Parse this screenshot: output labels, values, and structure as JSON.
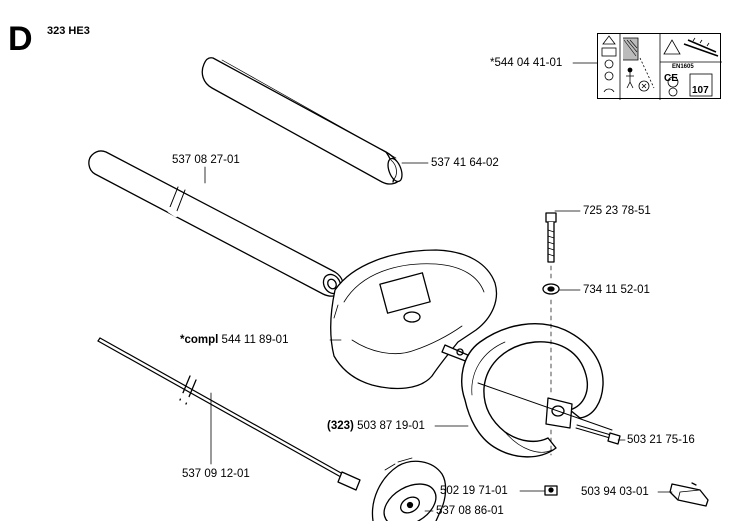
{
  "header": {
    "section_letter": "D",
    "model": "323 HE3"
  },
  "parts": [
    {
      "id": "safety-decal",
      "number": "*544 04 41-01"
    },
    {
      "id": "shaft-cover",
      "number": "537 41 64-02"
    },
    {
      "id": "shaft-tube",
      "number": "537 08 27-01"
    },
    {
      "id": "bolt",
      "number": "725 23 78-51"
    },
    {
      "id": "washer",
      "number": "734 11 52-01"
    },
    {
      "id": "guard",
      "prefix": "*compl",
      "number": "544 11 89-01"
    },
    {
      "id": "drive-shaft",
      "number": "537 09 12-01"
    },
    {
      "id": "handle",
      "prefix": "(323)",
      "number": "503 87 19-01"
    },
    {
      "id": "screw",
      "number": "503 21 75-16"
    },
    {
      "id": "nut",
      "number": "502 19 71-01"
    },
    {
      "id": "clamp",
      "number": "503 94 03-01"
    },
    {
      "id": "gear-housing",
      "number": "537 08 86-01"
    }
  ],
  "decal": {
    "mark": "CE",
    "standard": "EN1605",
    "sound": "107"
  }
}
